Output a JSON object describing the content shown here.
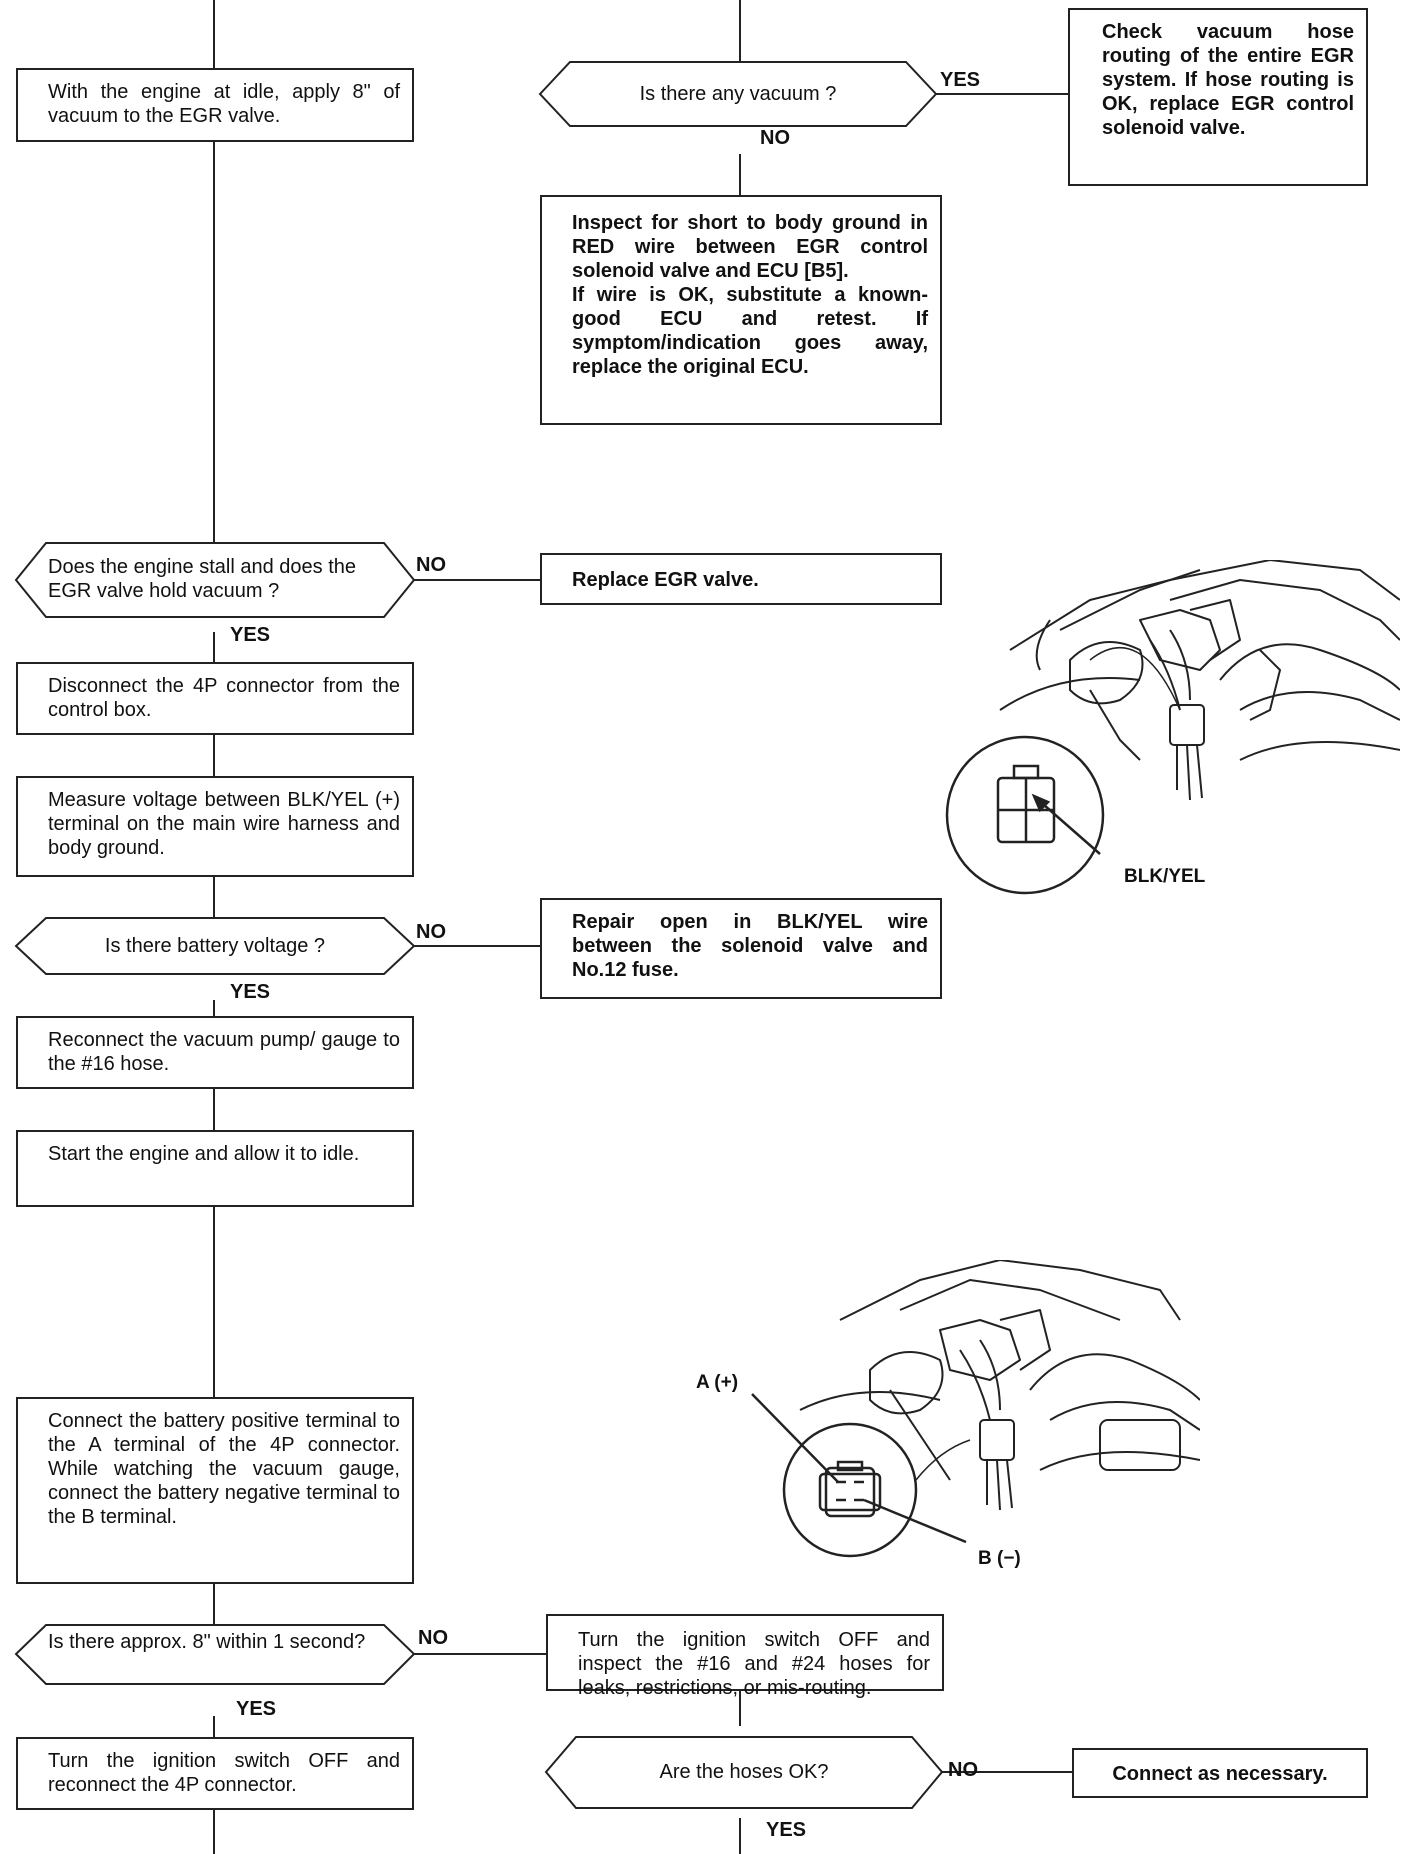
{
  "boxes": {
    "apply_vacuum": "With the engine at idle, apply 8\" of vacuum to the EGR valve.",
    "check_routing": "Check vacuum hose routing of the entire EGR system. If hose routing is OK, replace EGR control solenoid valve.",
    "inspect_short": "Inspect for short to body ground in RED wire between EGR control solenoid valve and ECU [B5].\nIf wire is OK, substitute a known-good ECU and retest. If symptom/indication goes away, replace the original ECU.",
    "replace_egr": "Replace EGR valve.",
    "disconnect_4p": "Disconnect the 4P connector from the control box.",
    "measure_voltage": "Measure voltage between BLK/YEL (+) terminal on the main wire harness and body ground.",
    "repair_open": "Repair open in BLK/YEL wire between the solenoid valve and No.12 fuse.",
    "reconnect_pump": "Reconnect the vacuum pump/ gauge to the #16 hose.",
    "start_engine": "Start the engine and allow it to idle.",
    "connect_battery": "Connect the battery positive terminal to the A terminal of the 4P connector. While watching the vacuum gauge, connect the battery negative terminal to the B terminal.",
    "turn_off_inspect": "Turn the ignition switch OFF and inspect the #16 and #24 hoses for leaks, restrictions, or mis-routing.",
    "turn_off_reconnect": "Turn the ignition switch OFF and reconnect the 4P connector.",
    "connect_necessary": "Connect as necessary."
  },
  "decisions": {
    "any_vacuum": "Is there any vacuum ?",
    "stall_hold": "Does the engine stall and does the EGR valve hold vacuum ?",
    "battery_voltage": "Is there battery voltage ?",
    "approx_8": "Is there approx. 8\" within 1 second?",
    "hoses_ok": "Are the hoses OK?"
  },
  "branch_labels": {
    "yes": "YES",
    "no": "NO"
  },
  "figure_labels": {
    "blk_yel": "BLK/YEL",
    "a_plus": "A (+)",
    "b_minus": "B (−)"
  }
}
